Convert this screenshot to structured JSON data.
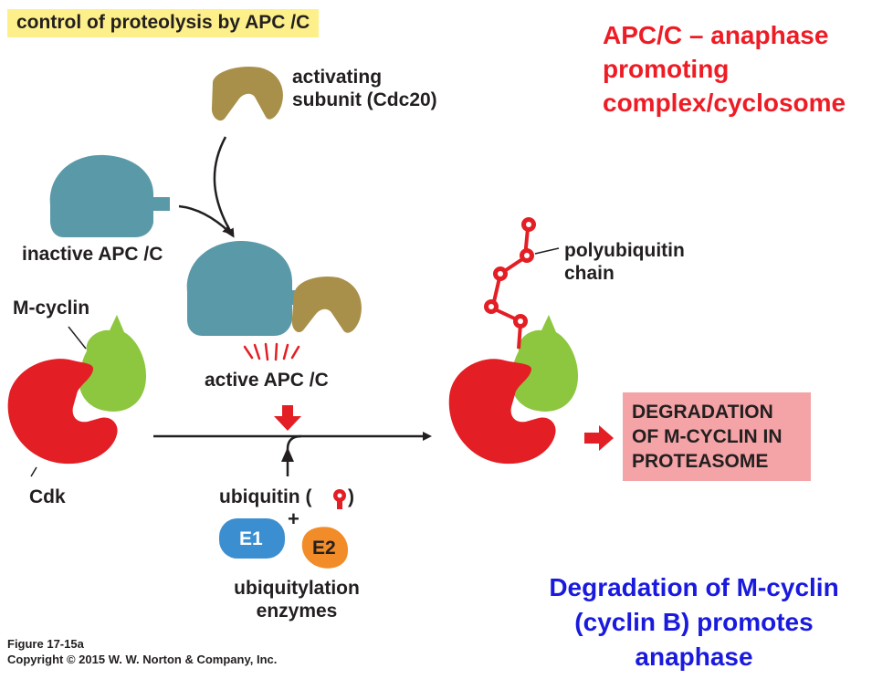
{
  "title": "control of proteolysis by APC /C",
  "labels": {
    "activating_subunit": [
      "activating",
      "subunit (Cdc20)"
    ],
    "inactive_apc": "inactive APC /C",
    "m_cyclin": "M-cyclin",
    "cdk": "Cdk",
    "active_apc": "active APC /C",
    "ubiquitin": "ubiquitin (",
    "ubiquitin_close": ")",
    "plus": "+",
    "e1": "E1",
    "e2": "E2",
    "ubiquitylation_enzymes": [
      "ubiquitylation",
      "enzymes"
    ],
    "polyubiquitin_chain": [
      "polyubiquitin",
      "chain"
    ]
  },
  "degradation_box": [
    "DEGRADATION",
    "OF M-CYCLIN IN",
    "PROTEASOME"
  ],
  "apc_note": [
    "APC/C – anaphase",
    "promoting",
    "complex/cyclosome"
  ],
  "bottom_note": [
    "Degradation of M-cyclin",
    "(cyclin B) promotes",
    "anaphase"
  ],
  "figure_caption": [
    "Figure 17-15a",
    "Copyright © 2015 W. W. Norton & Company, Inc."
  ],
  "colors": {
    "apc": "#5a9aa8",
    "cdc20": "#a9904a",
    "cdk": "#e31e24",
    "cyclin": "#8dc63f",
    "ubiquitin": "#e31e24",
    "e1": "#3b8fd1",
    "e2": "#f28c28",
    "highlight": "#fdf08a",
    "degradation_box": "#f4a3a6",
    "red_text": "#ee1c25",
    "blue_text": "#1a1adf"
  }
}
